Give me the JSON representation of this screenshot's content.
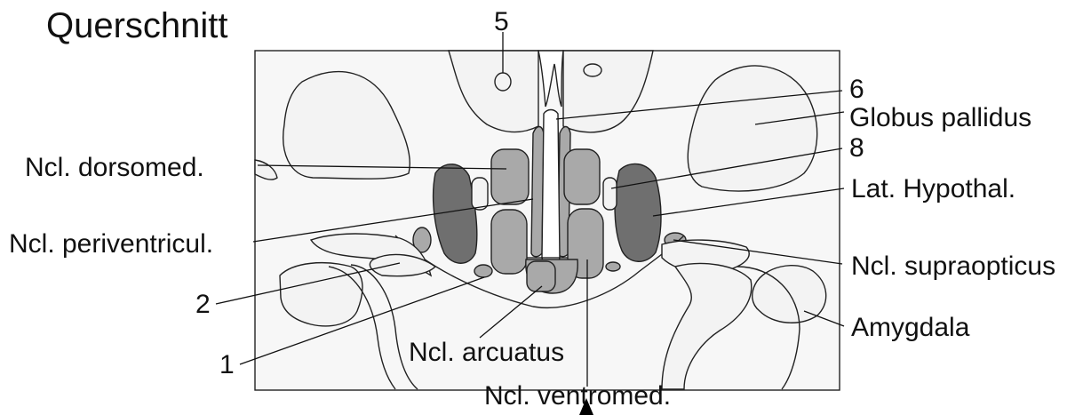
{
  "title": "Querschnitt",
  "labels": {
    "n5": "5",
    "n6": "6",
    "n8": "8",
    "n2": "2",
    "n1": "1",
    "globus_pallidus": "Globus pallidus",
    "lat_hypothal": "Lat. Hypothal.",
    "ncl_supraopticus": "Ncl. supraopticus",
    "amygdala": "Amygdala",
    "ncl_dorsomed": "Ncl. dorsomed.",
    "ncl_periventricul": "Ncl. periventricul.",
    "ncl_arcuatus": "Ncl. arcuatus",
    "ncl_ventromed": "Ncl. ventromed."
  },
  "colors": {
    "light_region": "#f3f3f3",
    "mid_region": "#a9a9a9",
    "dark_region": "#6f6f6f",
    "outline": "#222222"
  }
}
